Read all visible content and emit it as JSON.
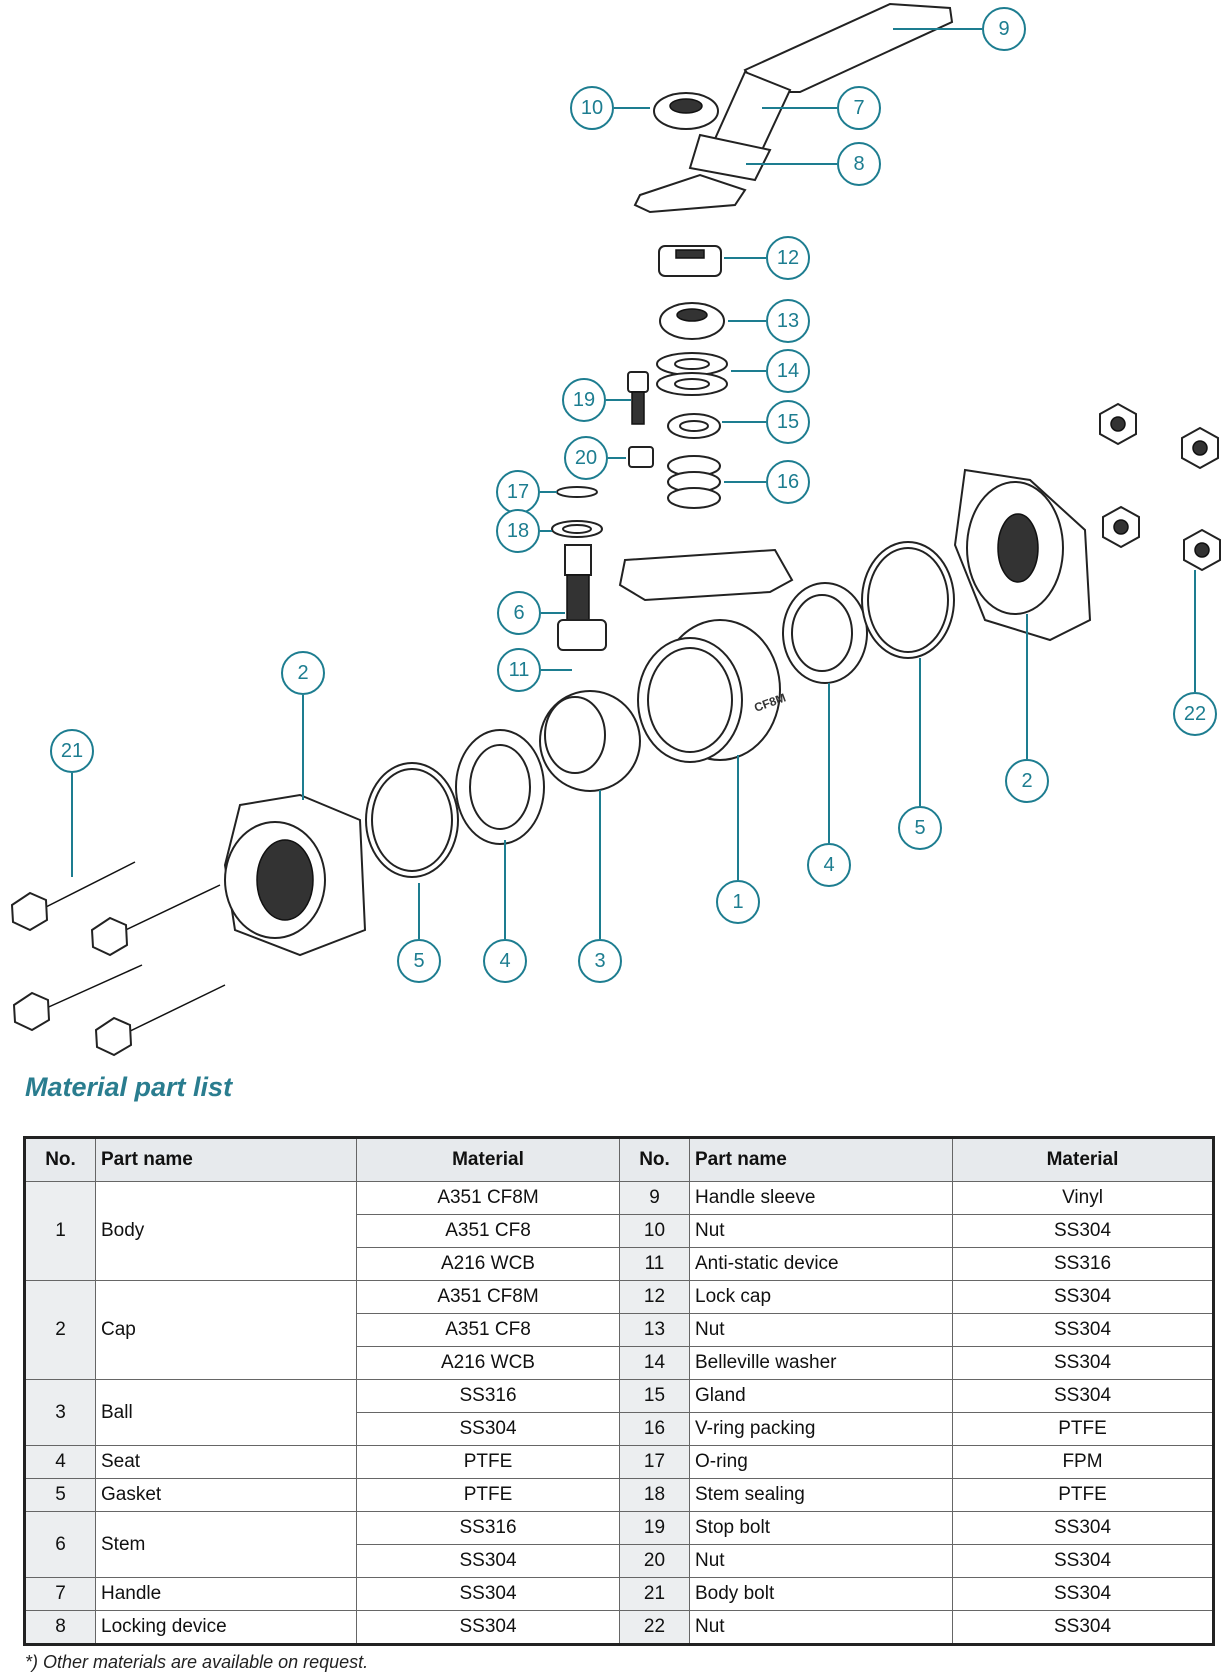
{
  "callouts": {
    "c1": "1",
    "c2a": "2",
    "c2b": "2",
    "c3": "3",
    "c4a": "4",
    "c4b": "4",
    "c5a": "5",
    "c5b": "5",
    "c6": "6",
    "c7": "7",
    "c8": "8",
    "c9": "9",
    "c10": "10",
    "c11": "11",
    "c12": "12",
    "c13": "13",
    "c14": "14",
    "c15": "15",
    "c16": "16",
    "c17": "17",
    "c18": "18",
    "c19": "19",
    "c20": "20",
    "c21": "21",
    "c22": "22"
  },
  "body_marking": "CF8M",
  "title": "Material part list",
  "table": {
    "headers": [
      "No.",
      "Part name",
      "Material",
      "No.",
      "Part name",
      "Material"
    ],
    "left": [
      {
        "no": "1",
        "name": "Body",
        "materials": [
          "A351 CF8M",
          "A351 CF8",
          "A216 WCB"
        ]
      },
      {
        "no": "2",
        "name": "Cap",
        "materials": [
          "A351 CF8M",
          "A351 CF8",
          "A216 WCB"
        ]
      },
      {
        "no": "3",
        "name": "Ball",
        "materials": [
          "SS316",
          "SS304"
        ]
      },
      {
        "no": "4",
        "name": "Seat",
        "materials": [
          "PTFE"
        ]
      },
      {
        "no": "5",
        "name": "Gasket",
        "materials": [
          "PTFE"
        ]
      },
      {
        "no": "6",
        "name": "Stem",
        "materials": [
          "SS316",
          "SS304"
        ]
      },
      {
        "no": "7",
        "name": "Handle",
        "materials": [
          "SS304"
        ]
      },
      {
        "no": "8",
        "name": "Locking device",
        "materials": [
          "SS304"
        ]
      }
    ],
    "right": [
      {
        "no": "9",
        "name": "Handle sleeve",
        "material": "Vinyl"
      },
      {
        "no": "10",
        "name": "Nut",
        "material": "SS304"
      },
      {
        "no": "11",
        "name": "Anti-static device",
        "material": "SS316"
      },
      {
        "no": "12",
        "name": "Lock cap",
        "material": "SS304"
      },
      {
        "no": "13",
        "name": "Nut",
        "material": "SS304"
      },
      {
        "no": "14",
        "name": "Belleville washer",
        "material": "SS304"
      },
      {
        "no": "15",
        "name": "Gland",
        "material": "SS304"
      },
      {
        "no": "16",
        "name": "V-ring packing",
        "material": "PTFE"
      },
      {
        "no": "17",
        "name": "O-ring",
        "material": "FPM"
      },
      {
        "no": "18",
        "name": "Stem sealing",
        "material": "PTFE"
      },
      {
        "no": "19",
        "name": " Stop bolt",
        "material": "SS304"
      },
      {
        "no": "20",
        "name": "Nut",
        "material": "SS304"
      },
      {
        "no": "21",
        "name": "Body bolt",
        "material": "SS304"
      },
      {
        "no": "22",
        "name": "Nut",
        "material": "SS304"
      }
    ]
  },
  "footnote": "*) Other materials are available on request.",
  "colors": {
    "accent": "#1d7d90",
    "title": "#2a7d8f",
    "header_bg": "#e7eaed"
  }
}
